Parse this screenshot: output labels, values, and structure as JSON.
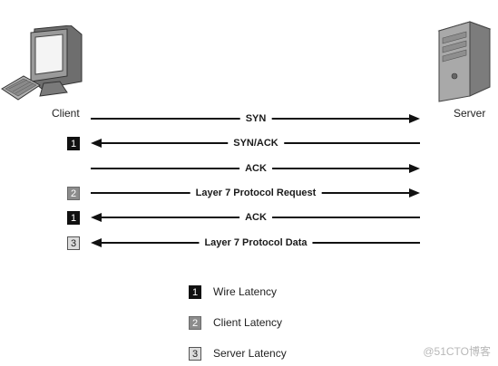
{
  "endpoints": {
    "client": "Client",
    "server": "Server"
  },
  "messages": [
    {
      "label": "SYN",
      "direction": "right",
      "badge": null
    },
    {
      "label": "SYN/ACK",
      "direction": "left",
      "badge": "wire"
    },
    {
      "label": "ACK",
      "direction": "right",
      "badge": null
    },
    {
      "label": "Layer 7 Protocol Request",
      "direction": "right",
      "badge": "client"
    },
    {
      "label": "ACK",
      "direction": "left",
      "badge": "wire"
    },
    {
      "label": "Layer 7 Protocol Data",
      "direction": "left",
      "badge": "server"
    }
  ],
  "legend": [
    {
      "number": "1",
      "kind": "wire",
      "label": "Wire Latency"
    },
    {
      "number": "2",
      "kind": "client",
      "label": "Client Latency"
    },
    {
      "number": "3",
      "kind": "server",
      "label": "Server Latency"
    }
  ],
  "badge_numbers": {
    "wire": "1",
    "client": "2",
    "server": "3"
  },
  "colors": {
    "wire": "#111111",
    "client": "#8c8c8c",
    "server": "#dcdcdc",
    "arrow": "#111111"
  },
  "icons": {
    "client": "desktop-computer-icon",
    "server": "tower-server-icon"
  },
  "watermark": "@51CTO博客"
}
